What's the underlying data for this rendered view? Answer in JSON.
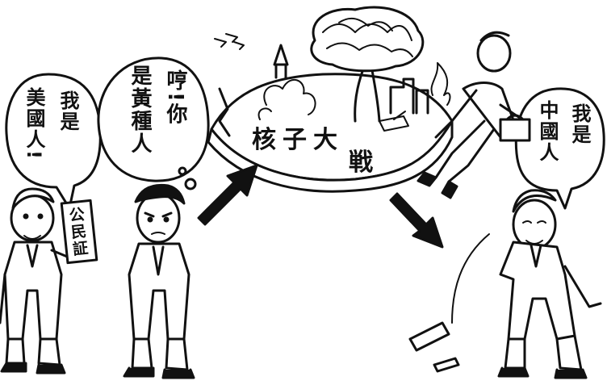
{
  "speech": {
    "left_man_col1": "我是",
    "left_man_col2": "美國人!",
    "angry_man_col1": "哼!你",
    "angry_man_col2": "是黃種人",
    "right_man_col1": "我是",
    "right_man_col2": "中國人"
  },
  "card": {
    "text": "公民証"
  },
  "island": {
    "caption_line1": "核子大",
    "caption_line2": "戦"
  }
}
